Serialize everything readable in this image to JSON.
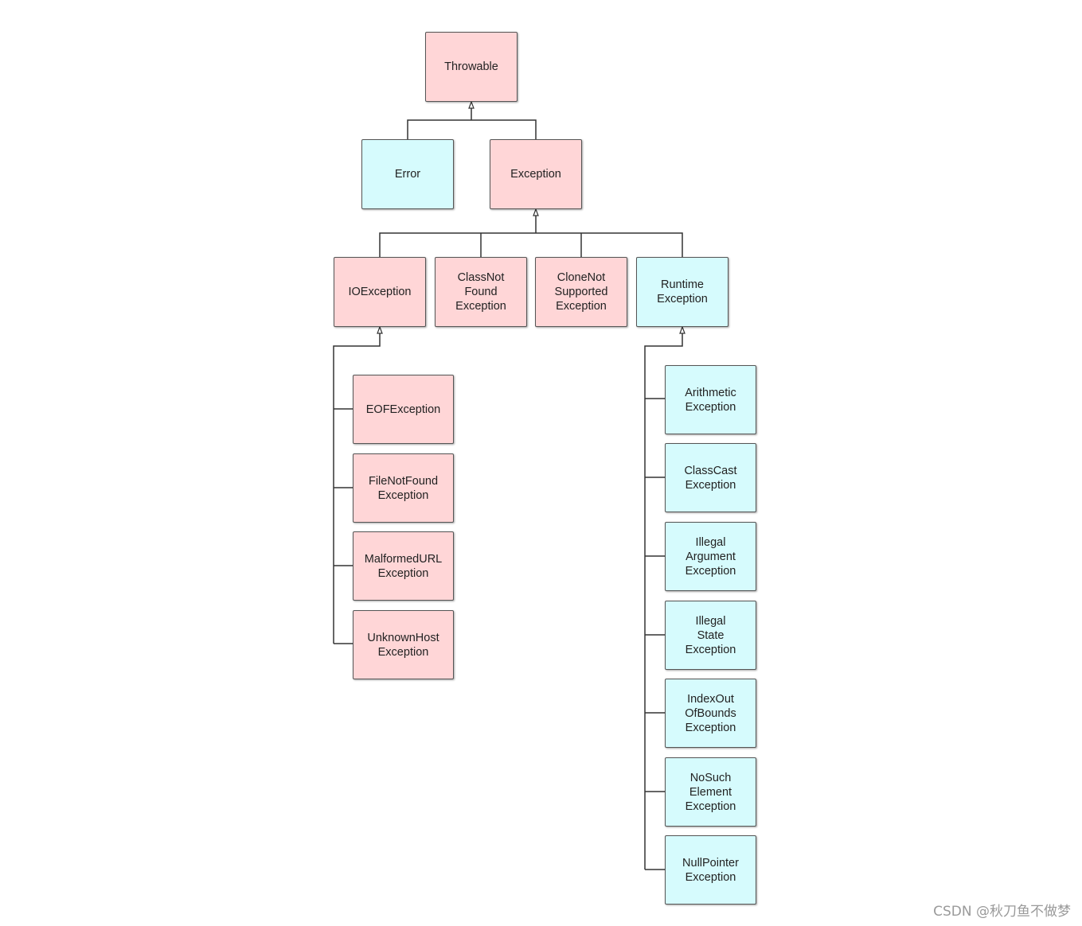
{
  "nodes": {
    "throwable": "Throwable",
    "error": "Error",
    "exception": "Exception",
    "ioexception": "IOException",
    "classnotfound": "ClassNot\nFound\nException",
    "clonenotsupported": "CloneNot\nSupported\nException",
    "runtime": "Runtime\nException",
    "eof": "EOFException",
    "filenotfound": "FileNotFound\nException",
    "malformedurl": "MalformedURL\nException",
    "unknownhost": "UnknownHost\nException",
    "arithmetic": "Arithmetic\nException",
    "classcast": "ClassCast\nException",
    "illegalargument": "Illegal\nArgument\nException",
    "illegalstate": "Illegal\nState\nException",
    "indexoutofbounds": "IndexOut\nOfBounds\nException",
    "nosuchelement": "NoSuch\nElement\nException",
    "nullpointer": "NullPointer\nException"
  },
  "colors": {
    "checked": "#ffd6d7",
    "unchecked": "#d6fbfd",
    "line": "#333333"
  },
  "watermark": "CSDN @秋刀鱼不做梦"
}
